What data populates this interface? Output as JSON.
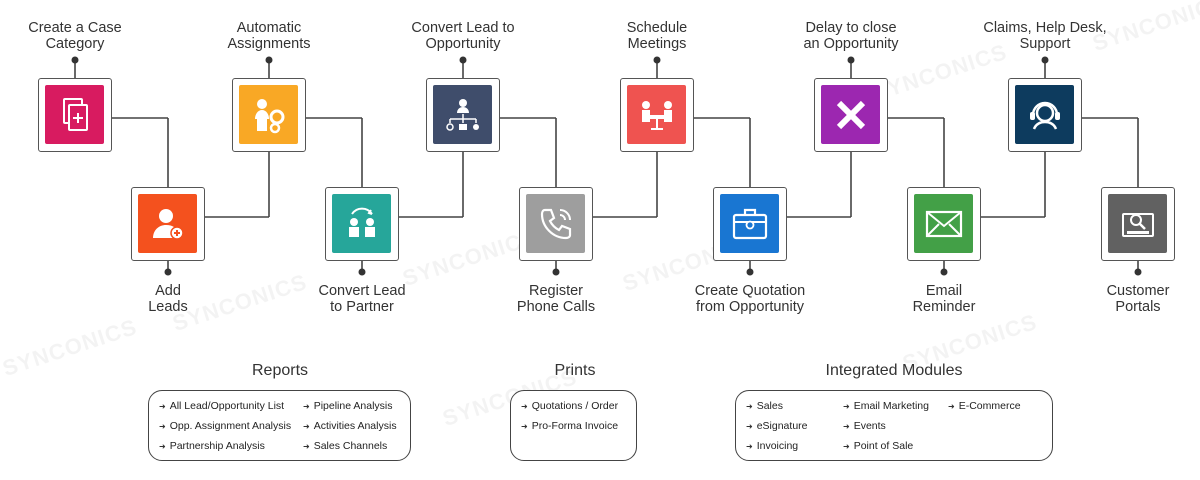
{
  "steps": [
    {
      "label_lines": [
        "Create a Case",
        "Category"
      ],
      "color": "#d81b60",
      "icon": "documents-plus-icon"
    },
    {
      "label_lines": [
        "Add",
        "Leads"
      ],
      "color": "#f4511e",
      "icon": "add-user-icon"
    },
    {
      "label_lines": [
        "Automatic",
        "Assignments"
      ],
      "color": "#f9a825",
      "icon": "assignment-gears-icon"
    },
    {
      "label_lines": [
        "Convert Lead",
        "to Partner"
      ],
      "color": "#26a69a",
      "icon": "partner-exchange-icon"
    },
    {
      "label_lines": [
        "Convert Lead to",
        "Opportunity"
      ],
      "color": "#3f4d6b",
      "icon": "org-chart-icon"
    },
    {
      "label_lines": [
        "Register",
        "Phone Calls"
      ],
      "color": "#9e9e9e",
      "icon": "phone-call-icon"
    },
    {
      "label_lines": [
        "Schedule",
        "Meetings"
      ],
      "color": "#ef5350",
      "icon": "meeting-table-icon"
    },
    {
      "label_lines": [
        "Create Quotation",
        "from Opportunity"
      ],
      "color": "#1976d2",
      "icon": "briefcase-icon"
    },
    {
      "label_lines": [
        "Delay to close",
        "an Opportunity"
      ],
      "color": "#9c27b0",
      "icon": "close-x-icon"
    },
    {
      "label_lines": [
        "Email",
        "Reminder"
      ],
      "color": "#43a047",
      "icon": "envelope-icon"
    },
    {
      "label_lines": [
        "Claims, Help Desk,",
        "Support"
      ],
      "color": "#0d3b5e",
      "icon": "headset-icon"
    },
    {
      "label_lines": [
        "Customer",
        "Portals"
      ],
      "color": "#616161",
      "icon": "portal-search-icon"
    }
  ],
  "watermark": "SYNCONICS",
  "sections": {
    "reports": {
      "title": "Reports",
      "items": [
        "All Lead/Opportunity List",
        "Opp. Assignment Analysis",
        "Partnership Analysis",
        "Pipeline Analysis",
        "Activities Analysis",
        "Sales Channels"
      ]
    },
    "prints": {
      "title": "Prints",
      "items": [
        "Quotations / Order",
        "Pro-Forma Invoice"
      ]
    },
    "modules": {
      "title": "Integrated Modules",
      "items": [
        "Sales",
        "eSignature",
        "Invoicing",
        "Email Marketing",
        "Events",
        "Point of Sale",
        "E-Commerce"
      ]
    }
  }
}
